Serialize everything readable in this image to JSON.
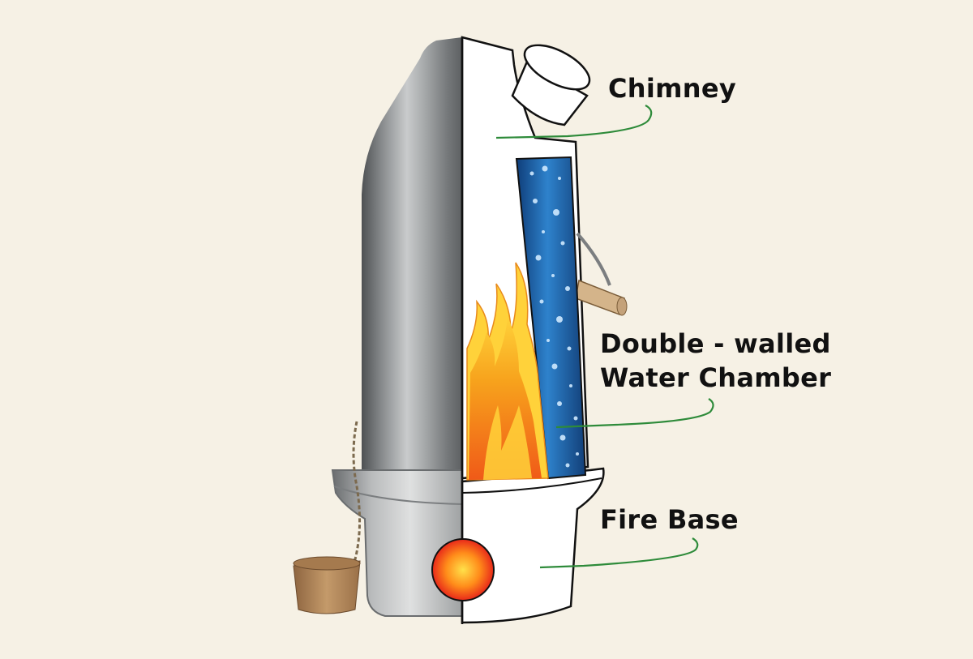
{
  "labels": {
    "chimney": "Chimney",
    "water_chamber_line1": "Double - walled",
    "water_chamber_line2": "Water Chamber",
    "fire_base": "Fire Base"
  },
  "colors": {
    "background": "#f6f1e5",
    "label_text": "#111111",
    "leader_line": "#2e8b3a",
    "outline": "#111111",
    "water": "#1f6fb8",
    "flame_outer": "#f7b21c",
    "flame_inner": "#f05a18",
    "cork": "#b5885a",
    "steel": "#9a9d9f"
  },
  "icons": [
    "kettle-body-icon",
    "chimney-cup-icon",
    "flame-icon",
    "water-bubbles-icon",
    "fire-hole-icon",
    "cork-icon",
    "handle-icon"
  ]
}
